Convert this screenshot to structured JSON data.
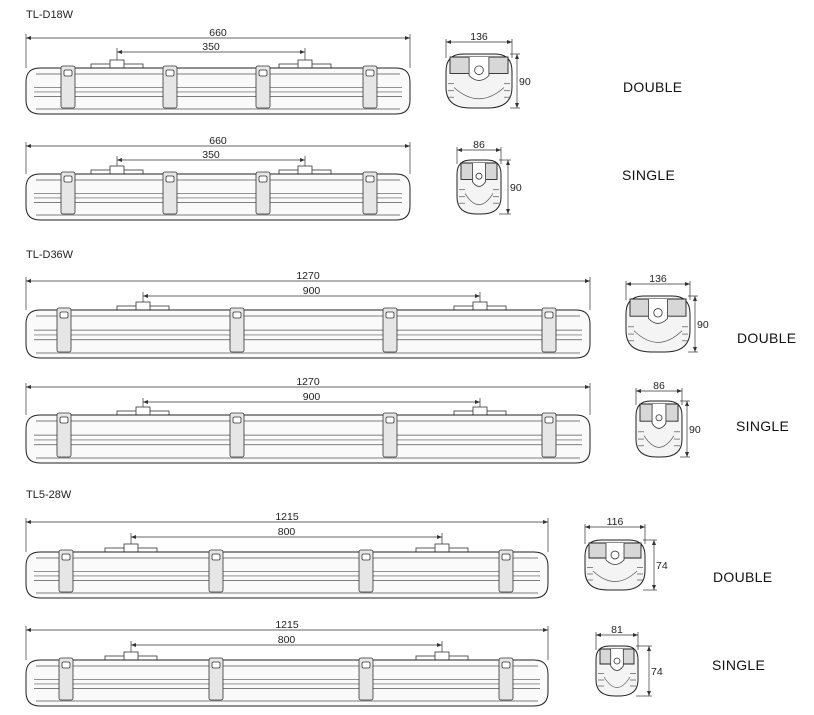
{
  "rows": [
    {
      "title": "TL-D18W",
      "length": "660",
      "mount": "350",
      "width": "136",
      "height": "90",
      "type": "DOUBLE"
    },
    {
      "title": "",
      "length": "660",
      "mount": "350",
      "width": "86",
      "height": "90",
      "type": "SINGLE"
    },
    {
      "title": "TL-D36W",
      "length": "1270",
      "mount": "900",
      "width": "136",
      "height": "90",
      "type": "DOUBLE"
    },
    {
      "title": "",
      "length": "1270",
      "mount": "900",
      "width": "86",
      "height": "90",
      "type": "SINGLE"
    },
    {
      "title": "TL5-28W",
      "length": "1215",
      "mount": "800",
      "width": "116",
      "height": "74",
      "type": "DOUBLE"
    },
    {
      "title": "",
      "length": "1215",
      "mount": "800",
      "width": "81",
      "height": "74",
      "type": "SINGLE"
    }
  ]
}
